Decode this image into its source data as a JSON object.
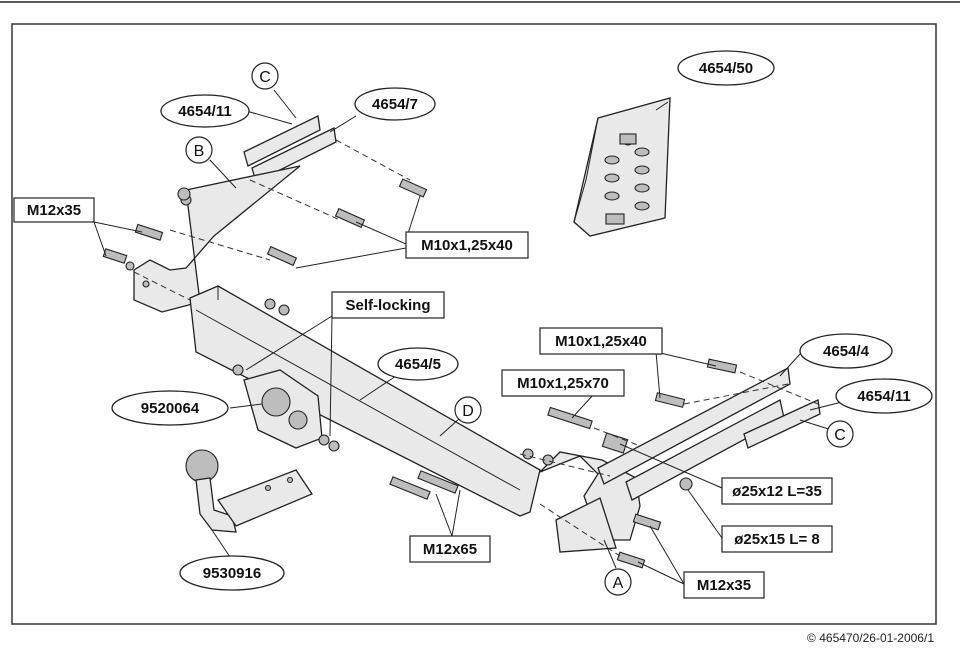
{
  "copyright": "© 465470/26-01-2006/1",
  "parts": {
    "p4654_50": "4654/50",
    "p4654_11_left": "4654/11",
    "p4654_7": "4654/7",
    "p4654_5": "4654/5",
    "p4654_4": "4654/4",
    "p4654_11_right": "4654/11",
    "p9520064": "9520064",
    "p9530916": "9530916"
  },
  "bolts": {
    "m12x35_left": "M12x35",
    "m10x125x40_upper": "M10x1,25x40",
    "self_locking": "Self-locking",
    "m10x125x40_right": "M10x1,25x40",
    "m10x125x70": "M10x1,25x70",
    "spacer_a": "ø25x12 L=35",
    "spacer_b": "ø25x15 L= 8",
    "m12x65": "M12x65",
    "m12x35_right": "M12x35"
  },
  "letters": {
    "c_top": "C",
    "b": "B",
    "d": "D",
    "c_right": "C",
    "a": "A"
  }
}
